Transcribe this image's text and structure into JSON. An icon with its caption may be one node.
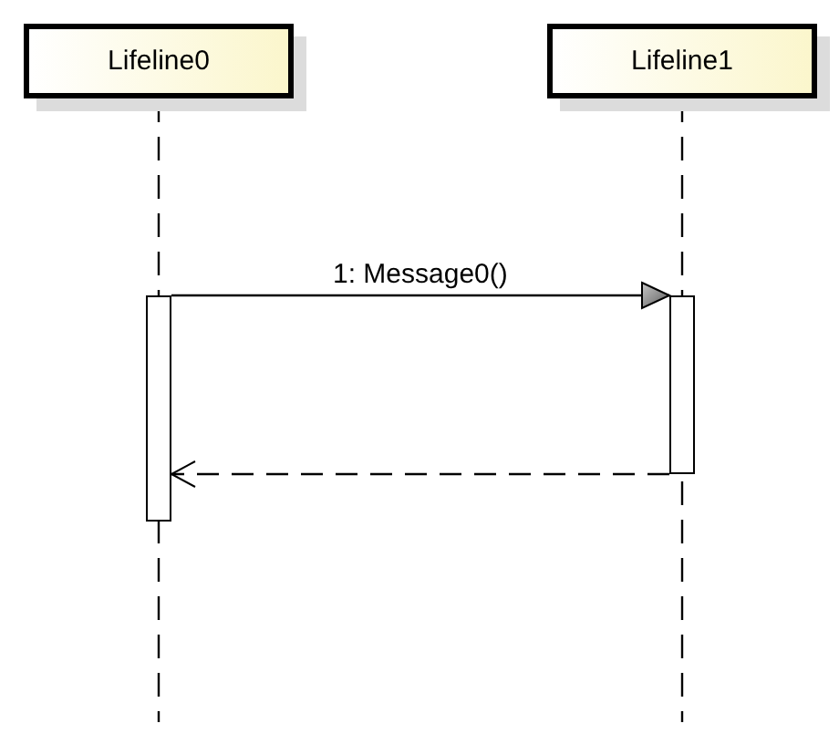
{
  "diagram": {
    "nodes": [
      {
        "text": [
          "Lifeline0"
        ]
      },
      {
        "text": [
          "Lifeline1"
        ]
      },
      {
        "text": [],
        "shape": "bar"
      },
      {
        "text": [],
        "shape": "bar"
      }
    ],
    "edges": [
      {
        "from": 2,
        "to": 3,
        "arrow": "to",
        "label": "1: Message0()"
      },
      {
        "from": 3,
        "to": 2,
        "arrow": "to",
        "style": "dashed"
      }
    ]
  }
}
